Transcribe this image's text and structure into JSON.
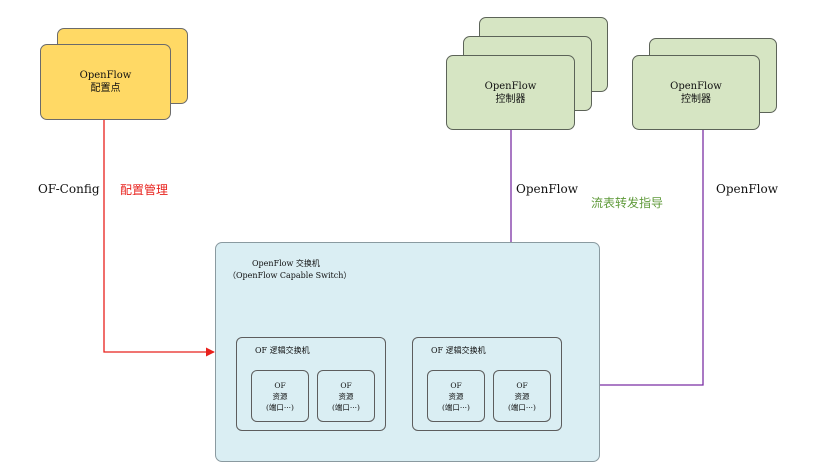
{
  "config_point": {
    "line1": "OpenFlow",
    "line2": "配置点"
  },
  "controller_stack": {
    "line1": "OpenFlow",
    "line2": "控制器"
  },
  "controller_pair": {
    "line1": "OpenFlow",
    "line2": "控制器"
  },
  "labels": {
    "of_config": "OF-Config",
    "config_mgmt": "配置管理",
    "openflow_left": "OpenFlow",
    "flow_table": "流表转发指导",
    "openflow_right": "OpenFlow"
  },
  "switch": {
    "title": "OpenFlow 交换机",
    "subtitle": "（OpenFlow Capable Switch）",
    "logical_switches": [
      {
        "title": "OF 逻辑交换机",
        "resources": [
          {
            "l1": "OF",
            "l2": "资源",
            "l3": "(端口···)"
          },
          {
            "l1": "OF",
            "l2": "资源",
            "l3": "(端口···)"
          }
        ]
      },
      {
        "title": "OF 逻辑交换机",
        "resources": [
          {
            "l1": "OF",
            "l2": "资源",
            "l3": "(端口···)"
          },
          {
            "l1": "OF",
            "l2": "资源",
            "l3": "(端口···)"
          }
        ]
      }
    ]
  },
  "colors": {
    "config_line": "#e8211c",
    "openflow_line": "#7b2fa3",
    "config_mgmt_text": "#e8211c",
    "flow_table_text": "#5f9a3a",
    "yellow_fill": "#ffd965",
    "green_fill": "#d6e5c3",
    "switch_fill": "#daeef3"
  }
}
